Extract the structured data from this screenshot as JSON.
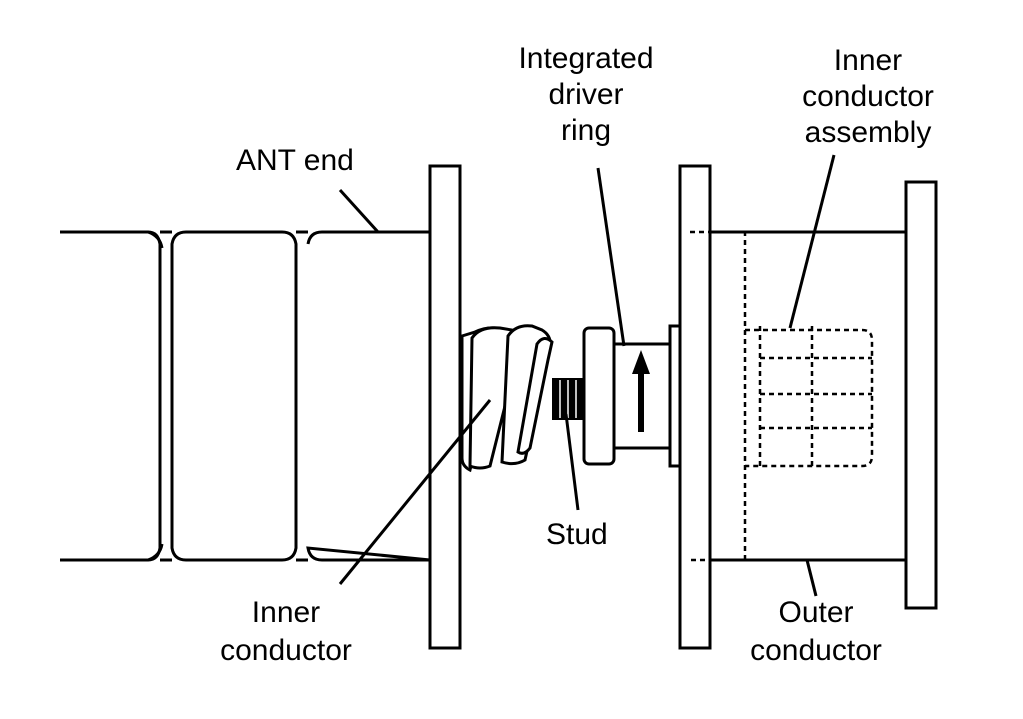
{
  "diagram": {
    "labels": {
      "ant_end": "ANT end",
      "integrated_driver_ring": [
        "Integrated",
        "driver",
        "ring"
      ],
      "inner_conductor_assembly": [
        "Inner",
        "conductor",
        "assembly"
      ],
      "stud": "Stud",
      "inner_conductor": [
        "Inner",
        "conductor"
      ],
      "outer_conductor": [
        "Outer",
        "conductor"
      ]
    }
  }
}
